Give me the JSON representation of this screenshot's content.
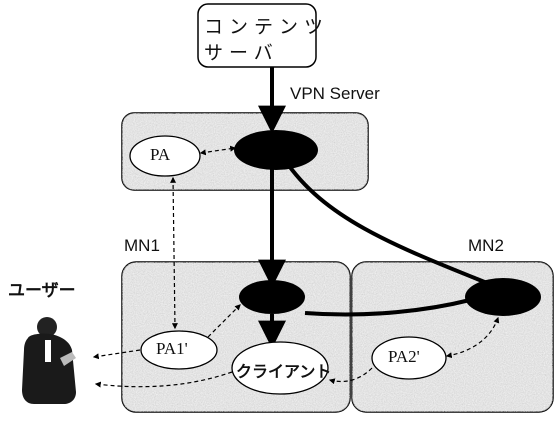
{
  "content_server": {
    "line1": "コンテンツ",
    "line2": "サーバ"
  },
  "vpn_server_label": "VPN Server",
  "pa_label": "PA",
  "mn1_label": "MN1",
  "mn2_label": "MN2",
  "user_label": "ユーザー",
  "pa1_label": "PA1'",
  "client_label": "クライアント",
  "pa2_label": "PA2'",
  "colors": {
    "network_fill": "#cfcfcf",
    "router_fill": "#000000",
    "line": "#000000"
  }
}
